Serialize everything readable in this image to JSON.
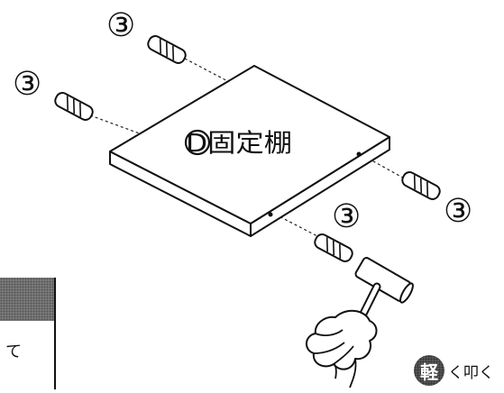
{
  "diagram": {
    "panel_label": "D固定棚",
    "dowel_callouts": [
      "③",
      "③",
      "③",
      "③"
    ],
    "side_box_text": "て",
    "tap_note": {
      "badge": "軽",
      "text": "く叩く"
    }
  }
}
